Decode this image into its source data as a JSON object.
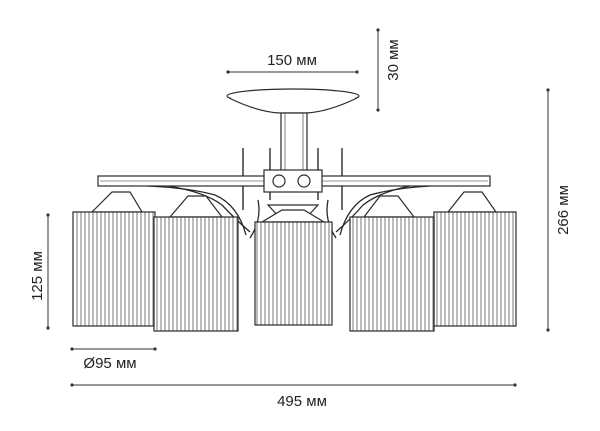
{
  "dimensions": {
    "mount_width": "150 мм",
    "mount_height": "30 мм",
    "total_height": "266 мм",
    "shade_height": "125 мм",
    "shade_diameter": "Ø95 мм",
    "total_width": "495 мм"
  },
  "colors": {
    "line": "#2a2a2a",
    "dim_line": "#333333",
    "fill": "#ffffff"
  }
}
